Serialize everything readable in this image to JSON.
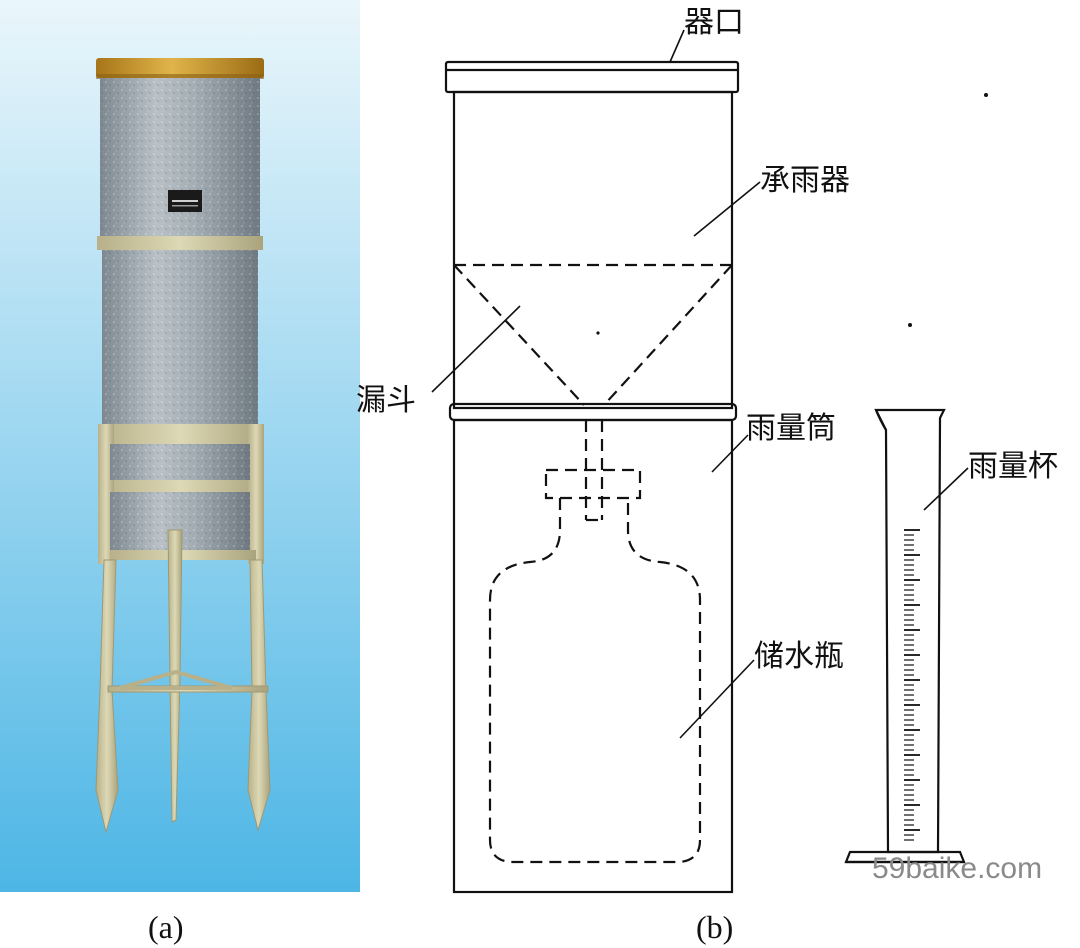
{
  "captions": {
    "a": "(a)",
    "b": "(b)"
  },
  "labels": {
    "orifice": "器口",
    "receiver": "承雨器",
    "funnel": "漏斗",
    "cylinder": "雨量筒",
    "measuring_cup": "雨量杯",
    "storage_bottle": "储水瓶"
  },
  "watermark": "59baike.com",
  "colors": {
    "sky_top": "#e9f6fb",
    "sky_bottom": "#4fb8e6",
    "brass_rim": "#c8962a",
    "metal_body": "#9aa4ac",
    "tan_bracket": "#cdc7a0"
  }
}
